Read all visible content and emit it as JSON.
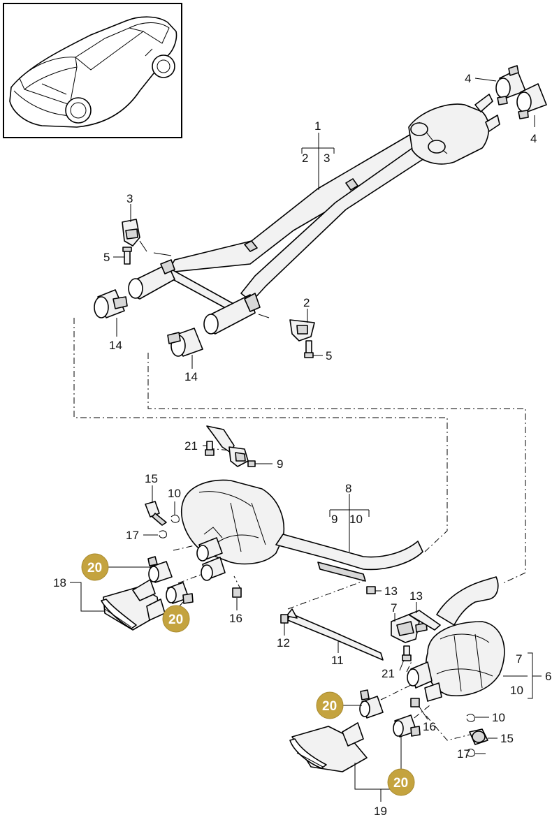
{
  "labels": {
    "p1": "1",
    "p2a": "2",
    "p3a": "3",
    "p2": "2",
    "p3": "3",
    "p4a": "4",
    "p4b": "4",
    "p5a": "5",
    "p5b": "5",
    "p6": "6",
    "p7": "7",
    "p7b": "7",
    "p8": "8",
    "p9": "9",
    "p9b": "9",
    "p10a": "10",
    "p10b": "10",
    "p10c": "10",
    "p10d": "10",
    "p11": "11",
    "p12": "12",
    "p13a": "13",
    "p13b": "13",
    "p14a": "14",
    "p14b": "14",
    "p15a": "15",
    "p15b": "15",
    "p16a": "16",
    "p16b": "16",
    "p17a": "17",
    "p17b": "17",
    "p18": "18",
    "p19": "19",
    "p21a": "21",
    "p21b": "21"
  },
  "badges": {
    "b1": "20",
    "b2": "20",
    "b3": "20",
    "b4": "20"
  },
  "colors": {
    "badge": "#c4a33f",
    "badge_text": "#ffffff",
    "line": "#000000"
  }
}
